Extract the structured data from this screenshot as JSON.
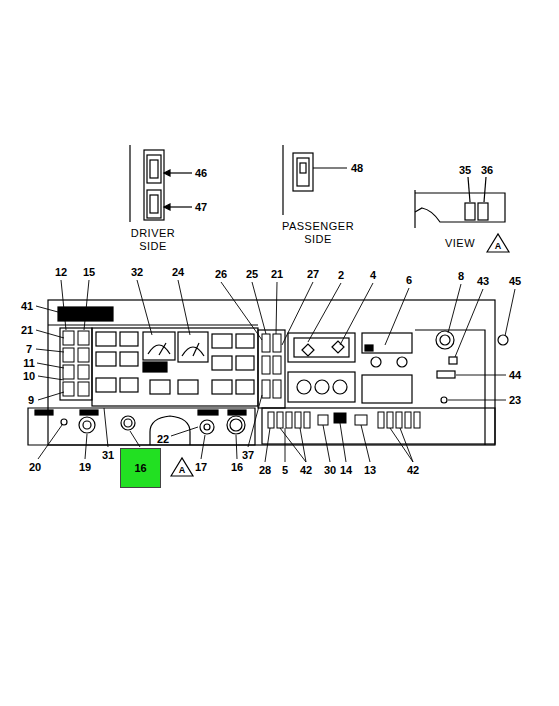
{
  "diagram": {
    "nodes": [
      {
        "text": [
          "16"
        ]
      }
    ],
    "labels": [
      "46",
      "47",
      "DRIVER SIDE",
      "48",
      "PASSENGER SIDE",
      "35",
      "36",
      "VIEW",
      "A",
      "12",
      "15",
      "32",
      "24",
      "26",
      "25",
      "21",
      "27",
      "2",
      "4",
      "6",
      "8",
      "43",
      "45",
      "41",
      "21",
      "7",
      "11",
      "10",
      "9",
      "44",
      "23",
      "20",
      "19",
      "31",
      "22",
      "A",
      "17",
      "16",
      "37",
      "28",
      "5",
      "42",
      "30",
      "14",
      "13",
      "42"
    ]
  }
}
